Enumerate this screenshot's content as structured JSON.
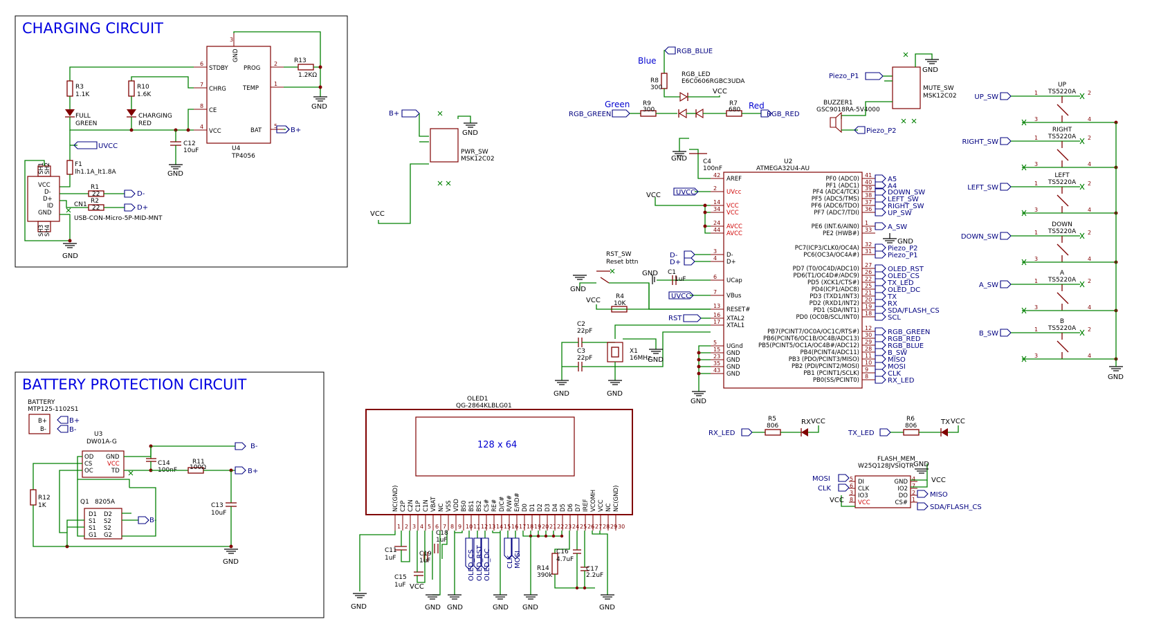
{
  "sections": {
    "charging": "CHARGING CIRCUIT",
    "battery": "BATTERY PROTECTION CIRCUIT"
  },
  "u4": {
    "ref": "U4",
    "value": "TP4056",
    "pins": {
      "stdby": "STDBY",
      "chrg": "CHRG",
      "ce": "CE",
      "vcc": "VCC",
      "prog": "PROG",
      "temp": "TEMP",
      "bat": "BAT",
      "gnd": "GND"
    },
    "nums": {
      "stdby": "6",
      "chrg": "7",
      "ce": "8",
      "vcc": "4",
      "prog": "2",
      "temp": "1",
      "bat": "5",
      "gnd": "3"
    }
  },
  "r13": {
    "ref": "R13",
    "value": "1.2KΩ"
  },
  "r3": {
    "ref": "R3",
    "value": "1.1K"
  },
  "r10": {
    "ref": "R10",
    "value": "1.6K"
  },
  "led_full": {
    "line1": "FULL",
    "line2": "GREEN"
  },
  "led_charging": {
    "line1": "CHARGING",
    "line2": "RED"
  },
  "c12": {
    "ref": "C12",
    "value": "10uF"
  },
  "f1": {
    "ref": "F1",
    "value": "lh1.1A_lt1.8A"
  },
  "usb": {
    "ref": "CN1",
    "value": "USB-CON-Micro-5P-MID-MNT",
    "pins": {
      "vcc": "VCC",
      "dm": "D-",
      "dp": "D+",
      "id": "ID",
      "gnd": "GND"
    },
    "sh1": "SH1",
    "sh2": "SH2",
    "sh3": "SH3",
    "sh4": "SH4"
  },
  "r1": {
    "ref": "R1",
    "value": "22"
  },
  "r2": {
    "ref": "R2",
    "value": "22"
  },
  "gnd": "GND",
  "vcc": "VCC",
  "nets": {
    "uvcc": "UVCC",
    "bplus": "B+",
    "bminus": "B-",
    "dm": "D-",
    "dp": "D+",
    "rgb_blue": "RGB_BLUE",
    "rgb_green": "RGB_GREEN",
    "rgb_red": "RGB_RED",
    "piezo_p1": "Piezo_P1",
    "piezo_p2": "Piezo_P2",
    "up_sw": "UP_SW",
    "right_sw": "RIGHT_SW",
    "left_sw": "LEFT_SW",
    "down_sw": "DOWN_SW",
    "a_sw": "A_SW",
    "b_sw": "B_SW",
    "rst": "RST",
    "rx_led": "RX_LED",
    "tx_led": "TX_LED",
    "mosi": "MOSI",
    "clk": "CLK",
    "miso": "MISO",
    "sda_flash": "SDA/FLASH_CS",
    "oled_cs": "OLED_CS",
    "oled_rst": "OLED_RST",
    "oled_dc": "OLED_DC"
  },
  "pwr_sw": {
    "ref": "PWR_SW",
    "value": "MSK12C02"
  },
  "mute_sw": {
    "ref": "MUTE_SW",
    "value": "MSK12C02"
  },
  "rgb_led": {
    "ref": "RGB_LED",
    "value": "E6C0606RGBC3UDA",
    "blue": "Blue",
    "green": "Green",
    "red": "Red"
  },
  "r8": {
    "ref": "R8",
    "value": "300"
  },
  "r9": {
    "ref": "R9",
    "value": "300"
  },
  "r7": {
    "ref": "R7",
    "value": "680"
  },
  "buzzer": {
    "ref": "BUZZER1",
    "value": "GSC9018RA-5V4000"
  },
  "c4": {
    "ref": "C4",
    "value": "100nF"
  },
  "u2": {
    "ref": "U2",
    "value": "ATMEGA32U4-AU"
  },
  "u2_left": [
    {
      "n": "42",
      "name": "AREF"
    },
    {
      "n": "2",
      "name": "UVcc"
    },
    {
      "n": "14",
      "name": "VCC"
    },
    {
      "n": "34",
      "name": "VCC"
    },
    {
      "n": "24",
      "name": "AVCC"
    },
    {
      "n": "44",
      "name": "AVCC"
    },
    {
      "n": "3",
      "name": "D-"
    },
    {
      "n": "4",
      "name": "D+"
    },
    {
      "n": "6",
      "name": "UCap"
    },
    {
      "n": "7",
      "name": "VBus"
    },
    {
      "n": "13",
      "name": "RESET#"
    },
    {
      "n": "16",
      "name": "XTAL2"
    },
    {
      "n": "17",
      "name": "XTAL1"
    },
    {
      "n": "5",
      "name": "UGnd"
    },
    {
      "n": "15",
      "name": "GND"
    },
    {
      "n": "23",
      "name": "GND"
    },
    {
      "n": "35",
      "name": "GND"
    },
    {
      "n": "43",
      "name": "GND"
    }
  ],
  "u2_right": [
    {
      "n": "41",
      "name": "PF0 (ADC0)",
      "net": "A5"
    },
    {
      "n": "40",
      "name": "PF1 (ADC1)",
      "net": "A4"
    },
    {
      "n": "39",
      "name": "PF4 (ADC4/TCK)",
      "net": "DOWN_SW"
    },
    {
      "n": "38",
      "name": "PF5 (ADC5/TMS)",
      "net": "LEFT_SW"
    },
    {
      "n": "37",
      "name": "PF6 (ADC6/TDO)",
      "net": "RIGHT_SW"
    },
    {
      "n": "36",
      "name": "PF7 (ADC7/TDI)",
      "net": "UP_SW"
    },
    {
      "n": "1",
      "name": "PE6 (INT.6/AIN0)",
      "net": "A_SW"
    },
    {
      "n": "33",
      "name": "PE2 (HWB#)",
      "net": ""
    },
    {
      "n": "32",
      "name": "PC7(ICP3/CLK0/OC4A)",
      "net": "Piezo_P2"
    },
    {
      "n": "31",
      "name": "PC6(OC3A/OC4A#)",
      "net": "Piezo_P1"
    },
    {
      "n": "27",
      "name": "PD7 (T0/OC4D/ADC10)",
      "net": "OLED_RST"
    },
    {
      "n": "26",
      "name": "PD6(T1/OC4D#/ADC9)",
      "net": "OLED_CS"
    },
    {
      "n": "22",
      "name": "PD5 (XCK1/CTS#)",
      "net": "TX_LED"
    },
    {
      "n": "25",
      "name": "PD4(ICP1/ADC8)",
      "net": "OLED_DC"
    },
    {
      "n": "21",
      "name": "PD3 (TXD1/INT3)",
      "net": "TX"
    },
    {
      "n": "20",
      "name": "PD2 (RXD1/INT2)",
      "net": "RX"
    },
    {
      "n": "19",
      "name": "PD1 (SDA/INT1)",
      "net": "SDA/FLASH_CS"
    },
    {
      "n": "18",
      "name": "PD0 (OC0B/SCL/INT0)",
      "net": "SCL"
    },
    {
      "n": "12",
      "name": "PB7(PCINT7/OC0A/OC1C/RTS#)",
      "net": "RGB_GREEN"
    },
    {
      "n": "30",
      "name": "PB6(PCINT6/OC1B/OC4B/ADC13)",
      "net": "RGB_RED"
    },
    {
      "n": "29",
      "name": "PB5(PCINT5/OC1A/OC4B#/ADC12)",
      "net": "RGB_BLUE"
    },
    {
      "n": "28",
      "name": "PB4(PCINT4/ADC11)",
      "net": "B_SW"
    },
    {
      "n": "11",
      "name": "PB3 (PDO/PCINT3/MISO)",
      "net": "MISO"
    },
    {
      "n": "10",
      "name": "PB2 (PDI/PCINT2/MOSI)",
      "net": "MOSI"
    },
    {
      "n": "9",
      "name": "PB1 (PCINT1/SCLK)",
      "net": "CLK"
    },
    {
      "n": "8",
      "name": "PB0(SS/PCINT0)",
      "net": "RX_LED"
    }
  ],
  "rst_sw": {
    "ref": "RST_SW",
    "value": "Reset bttn"
  },
  "c1": {
    "ref": "C1",
    "value": "1uF"
  },
  "r4": {
    "ref": "R4",
    "value": "10K"
  },
  "c2": {
    "ref": "C2",
    "value": "22pF"
  },
  "c3": {
    "ref": "C3",
    "value": "22pF"
  },
  "x1": {
    "ref": "X1",
    "value": "16MHz"
  },
  "switches": [
    {
      "label": "UP",
      "value": "TS5220A",
      "net": "UP_SW"
    },
    {
      "label": "RIGHT",
      "value": "TS5220A",
      "net": "RIGHT_SW"
    },
    {
      "label": "LEFT",
      "value": "TS5220A",
      "net": "LEFT_SW"
    },
    {
      "label": "DOWN",
      "value": "TS5220A",
      "net": "DOWN_SW"
    },
    {
      "label": "A",
      "value": "TS5220A",
      "net": "A_SW"
    },
    {
      "label": "B",
      "value": "TS5220A",
      "net": "B_SW"
    }
  ],
  "sw_pins": [
    "1",
    "2",
    "3",
    "4"
  ],
  "r5": {
    "ref": "R5",
    "value": "806",
    "led": "RX"
  },
  "r6": {
    "ref": "R6",
    "value": "806",
    "led": "TX"
  },
  "flash": {
    "ref": "FLASH_MEM",
    "value": "W25Q128JVSIQTR",
    "left": [
      {
        "n": "5",
        "name": "DI"
      },
      {
        "n": "6",
        "name": "CLK"
      },
      {
        "n": "3",
        "name": "IO3"
      },
      {
        "n": "8",
        "name": "VCC"
      }
    ],
    "right": [
      {
        "n": "4",
        "name": "GND"
      },
      {
        "n": "7",
        "name": "IO2"
      },
      {
        "n": "2",
        "name": "DO"
      },
      {
        "n": "1",
        "name": "CS#"
      }
    ]
  },
  "oled": {
    "ref": "OLED1",
    "value": "QG-2864KLBLG01",
    "resolution": "128 x 64",
    "pins": [
      "NC(GND)",
      "C2P",
      "C2N",
      "C1P",
      "C1N",
      "VBAT",
      "NC",
      "VSS",
      "VDD",
      "BS0",
      "BS1",
      "BS2",
      "CS#",
      "RE#",
      "D/C#",
      "R/W#",
      "E/RD#",
      "D0",
      "D1",
      "D2",
      "D3",
      "D4",
      "D5",
      "D6",
      "D7",
      "IREF",
      "VCOMH",
      "VCC",
      "NC",
      "NC(GND)"
    ]
  },
  "c11": {
    "ref": "C11",
    "value": "1uF"
  },
  "c15": {
    "ref": "C15",
    "value": "1uF"
  },
  "c18": {
    "ref": "C18",
    "value": "1uF"
  },
  "c19": {
    "ref": "C19",
    "value": "1uF"
  },
  "c16": {
    "ref": "C16",
    "value": "4.7uF"
  },
  "c17": {
    "ref": "C17",
    "value": "2.2uF"
  },
  "r14": {
    "ref": "R14",
    "value": "390k"
  },
  "battery": {
    "ref": "BATTERY",
    "value": "MTP125-1102S1",
    "p1": "B+",
    "p2": "B-"
  },
  "u3": {
    "ref": "U3",
    "value": "DW01A-G",
    "pins": {
      "od": "OD",
      "cs": "CS",
      "oc": "OC",
      "gnd": "GND",
      "vcc": "VCC",
      "td": "TD"
    }
  },
  "c14": {
    "ref": "C14",
    "value": "100nF"
  },
  "r11": {
    "ref": "R11",
    "value": "100Ω"
  },
  "r12": {
    "ref": "R12",
    "value": "1K"
  },
  "c13": {
    "ref": "C13",
    "value": "10uF"
  },
  "q1": {
    "ref": "Q1",
    "value": "8205A",
    "left": [
      "D1",
      "S1",
      "S1",
      "G1"
    ],
    "right": [
      "D2",
      "S2",
      "S2",
      "G2"
    ]
  }
}
